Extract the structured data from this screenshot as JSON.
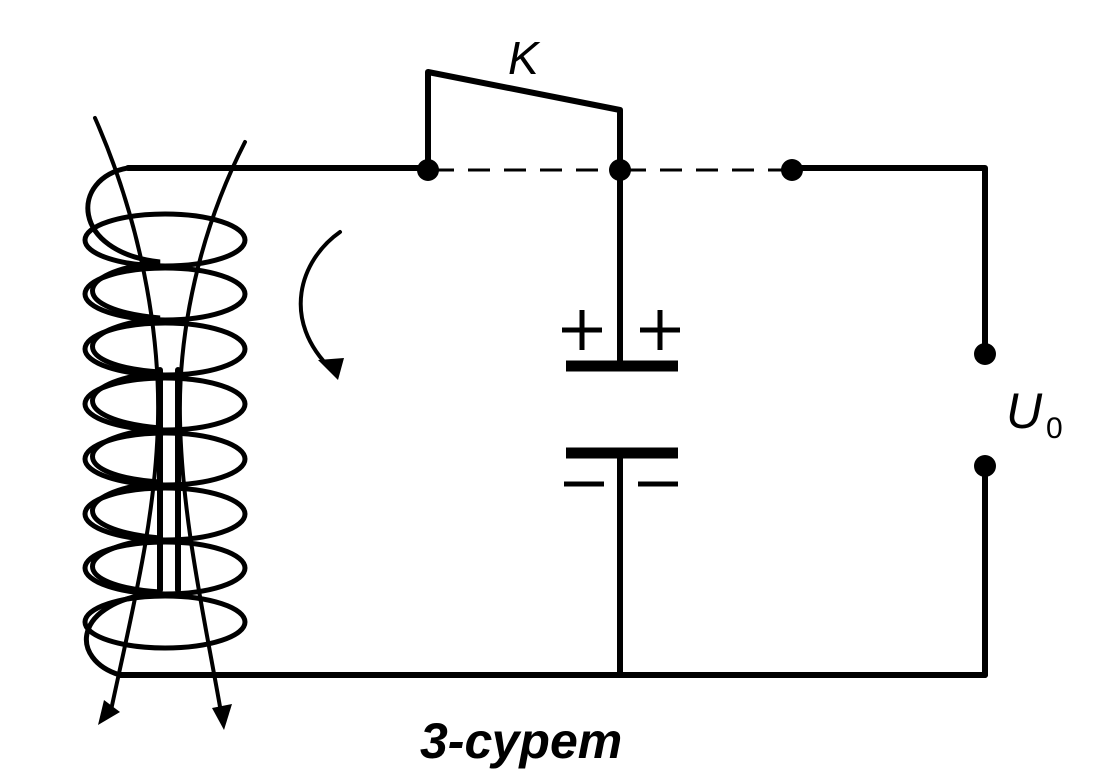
{
  "diagram": {
    "switch_label": "K",
    "voltage_label": "U",
    "voltage_subscript": "0",
    "caption": "3-сурет",
    "capacitor_plus_signs": "+ +",
    "capacitor_minus_signs": "− −"
  }
}
